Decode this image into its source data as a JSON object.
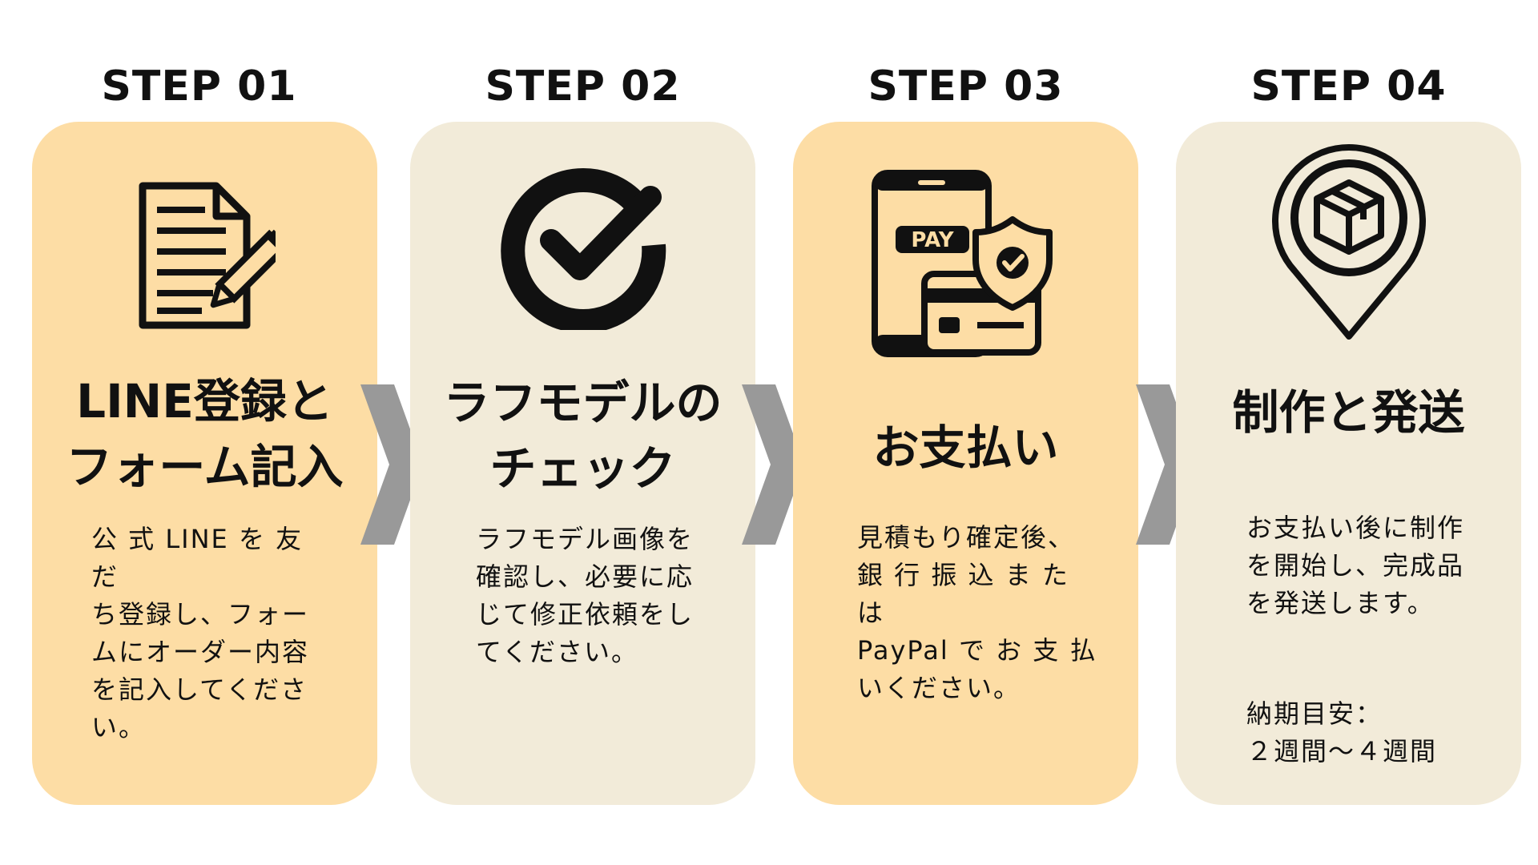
{
  "colors": {
    "card_warm": "#fddda5",
    "card_cream": "#f2ebd9",
    "arrow": "#999999",
    "ink": "#111111"
  },
  "steps": [
    {
      "label": "STEP 01",
      "icon": "document-pencil-icon",
      "title_lines": [
        "LINE登録と",
        "フォーム記入"
      ],
      "description": "公 式 LINE を 友 だ\nち登録し、フォー\nムにオーダー内容\nを記入してくださ\nい。"
    },
    {
      "label": "STEP 02",
      "icon": "check-circle-icon",
      "title_lines": [
        "ラフモデルの",
        "チェック"
      ],
      "description": "ラフモデル画像を\n確認し、必要に応\nじて修正依頼をし\nてください。"
    },
    {
      "label": "STEP 03",
      "icon": "mobile-payment-icon",
      "icon_text": "PAY",
      "title_lines": [
        "お支払い"
      ],
      "description": "見積もり確定後、\n銀 行 振 込 ま た は\nPayPal で お 支 払\nいください。"
    },
    {
      "label": "STEP 04",
      "icon": "package-location-pin-icon",
      "title_lines": [
        "制作と発送"
      ],
      "description": "お支払い後に制作\nを開始し、完成品\nを発送します。",
      "note": "納期目安：\n２週間～４週間"
    }
  ]
}
